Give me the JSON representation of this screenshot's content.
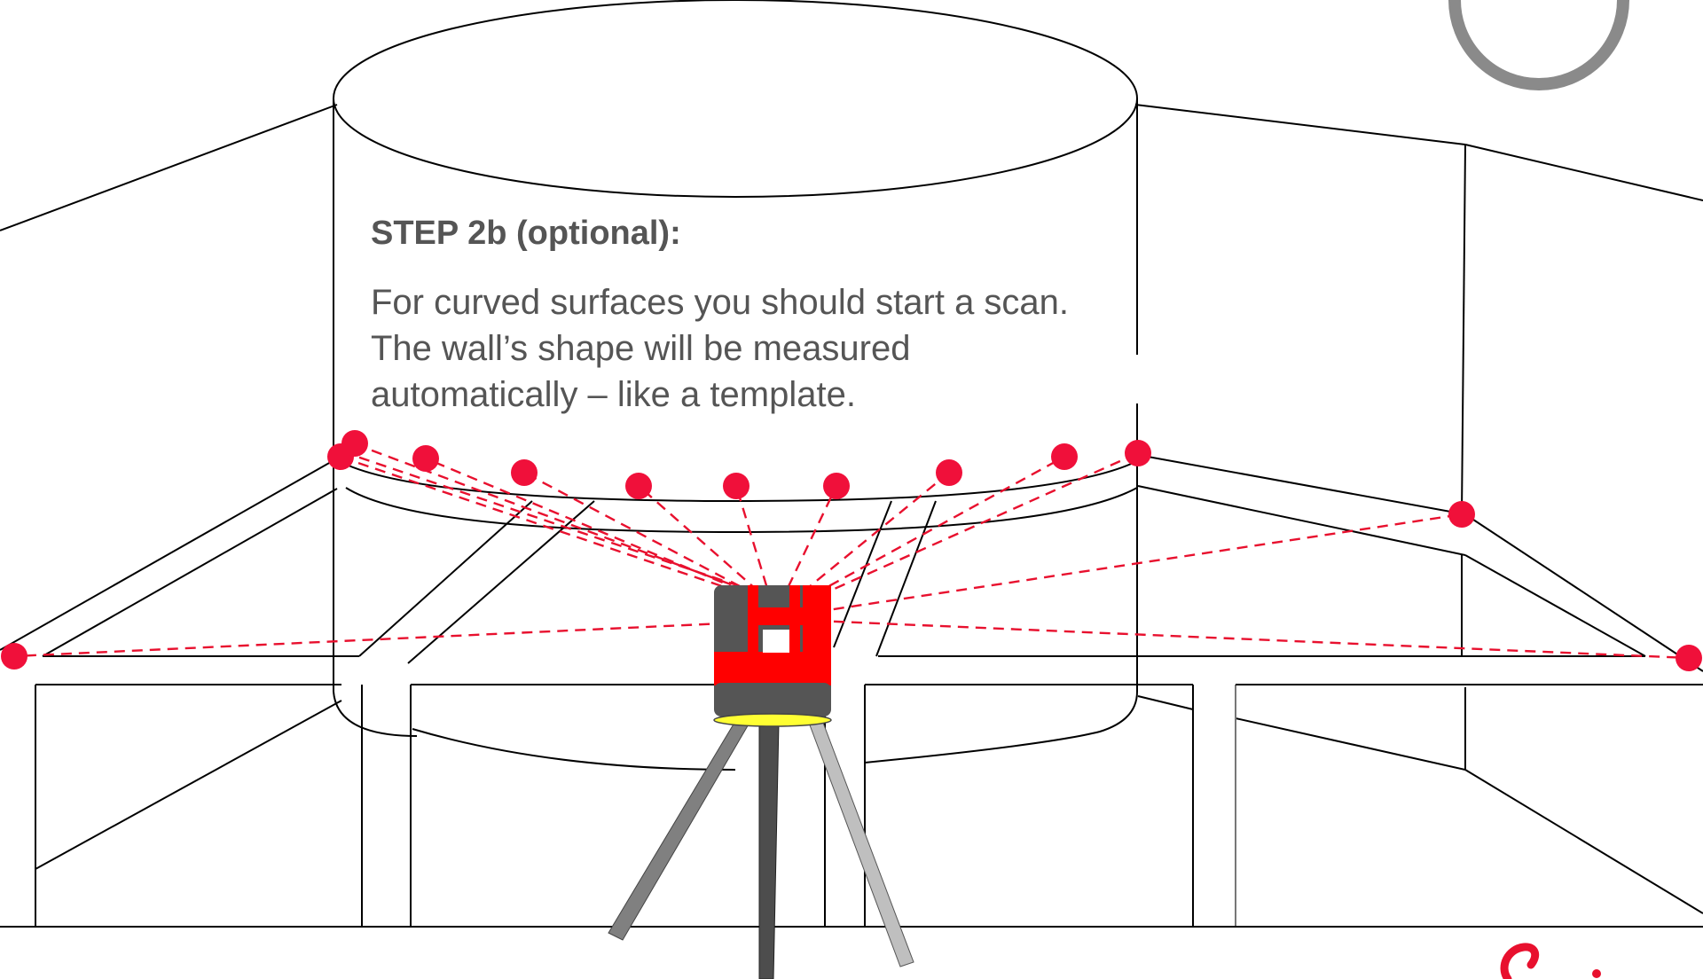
{
  "step": {
    "heading": "STEP 2b (optional):",
    "lines": [
      "For curved surfaces you should start a scan.",
      "The wall’s shape will be measured",
      "automatically – like a template."
    ]
  },
  "logo": {
    "text": "Leica"
  },
  "colors": {
    "laser": "#e8102e",
    "point": "#f0103a",
    "device_red": "#ff0000",
    "device_gray": "#555555",
    "base_yellow": "#ffff33",
    "text": "#555555"
  },
  "icons": [
    "laser-device-icon",
    "tripod-icon",
    "nav-circle-icon",
    "leica-logo-icon"
  ]
}
